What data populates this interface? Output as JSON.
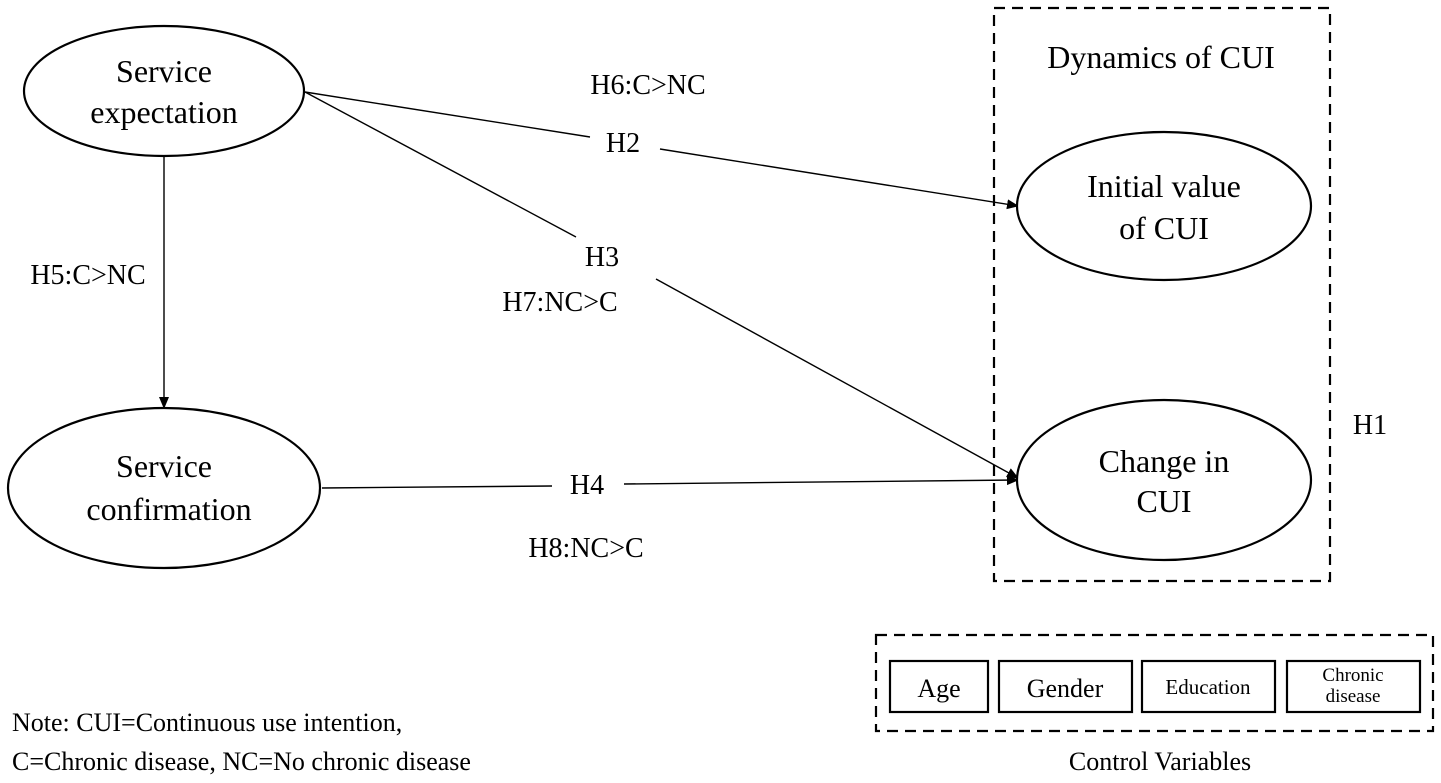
{
  "nodes": {
    "service_expectation": {
      "line1": "Service",
      "line2": "expectation"
    },
    "service_confirmation": {
      "line1": "Service",
      "line2": "confirmation"
    },
    "initial_value": {
      "line1": "Initial value",
      "line2": "of CUI"
    },
    "change_in_cui": {
      "line1": "Change in",
      "line2": "CUI"
    }
  },
  "dynamics_group": {
    "title": "Dynamics of CUI"
  },
  "edge_labels": {
    "h1": "H1",
    "h2": "H2",
    "h3": "H3",
    "h4": "H4",
    "h5": "H5:C>NC",
    "h6": "H6:C>NC",
    "h7": "H7:NC>C",
    "h8": "H8:NC>C"
  },
  "control_variables": {
    "title": "Control Variables",
    "items": {
      "age": "Age",
      "gender": "Gender",
      "education": "Education",
      "chronic_line1": "Chronic",
      "chronic_line2": "disease"
    }
  },
  "note": {
    "line1": "Note: CUI=Continuous use intention,",
    "line2": "C=Chronic disease, NC=No chronic disease"
  }
}
